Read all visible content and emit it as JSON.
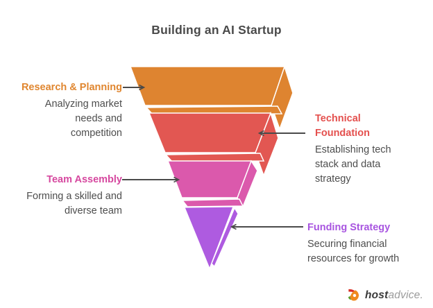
{
  "title": "Building an AI Startup",
  "funnel": {
    "type": "inverted-pyramid",
    "stages": [
      {
        "label": "Research & Planning",
        "description": "Analyzing market needs and competition",
        "fill": "#DE8430",
        "text_color": "#E0862F",
        "label_side": "left"
      },
      {
        "label": "Technical Foundation",
        "description": "Establishing tech stack and data strategy",
        "fill": "#E25752",
        "text_color": "#E4504E",
        "label_side": "right"
      },
      {
        "label": "Team Assembly",
        "description": "Forming a skilled and diverse team",
        "fill": "#DB59AC",
        "text_color": "#D6489F",
        "label_side": "left"
      },
      {
        "label": "Funding Strategy",
        "description": "Securing financial resources for growth",
        "fill": "#AE5BE0",
        "text_color": "#A855E0",
        "label_side": "right"
      }
    ]
  },
  "colors": {
    "title_text": "#4A4A4A",
    "description_text": "#4D4D4D",
    "arrow": "#4A4A4A",
    "background": "#FFFFFF"
  },
  "logo": {
    "name_bold": "host",
    "name_light": "advice.",
    "icon": "hostadvice-mascot"
  }
}
